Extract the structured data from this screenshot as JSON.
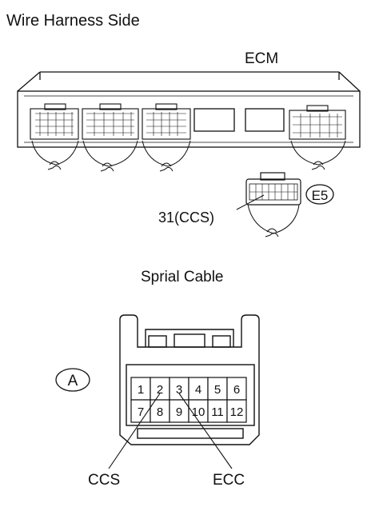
{
  "header": {
    "title": "Wire Harness Side"
  },
  "ecm": {
    "label": "ECM"
  },
  "connector_e5": {
    "badge": "E5",
    "pin_label": "31(CCS)"
  },
  "spiral_cable": {
    "title": "Sprial Cable",
    "badge": "A",
    "pins_top": [
      "1",
      "2",
      "3",
      "4",
      "5",
      "6"
    ],
    "pins_bottom": [
      "7",
      "8",
      "9",
      "10",
      "11",
      "12"
    ],
    "callouts": {
      "ccs": "CCS",
      "ecc": "ECC"
    }
  }
}
